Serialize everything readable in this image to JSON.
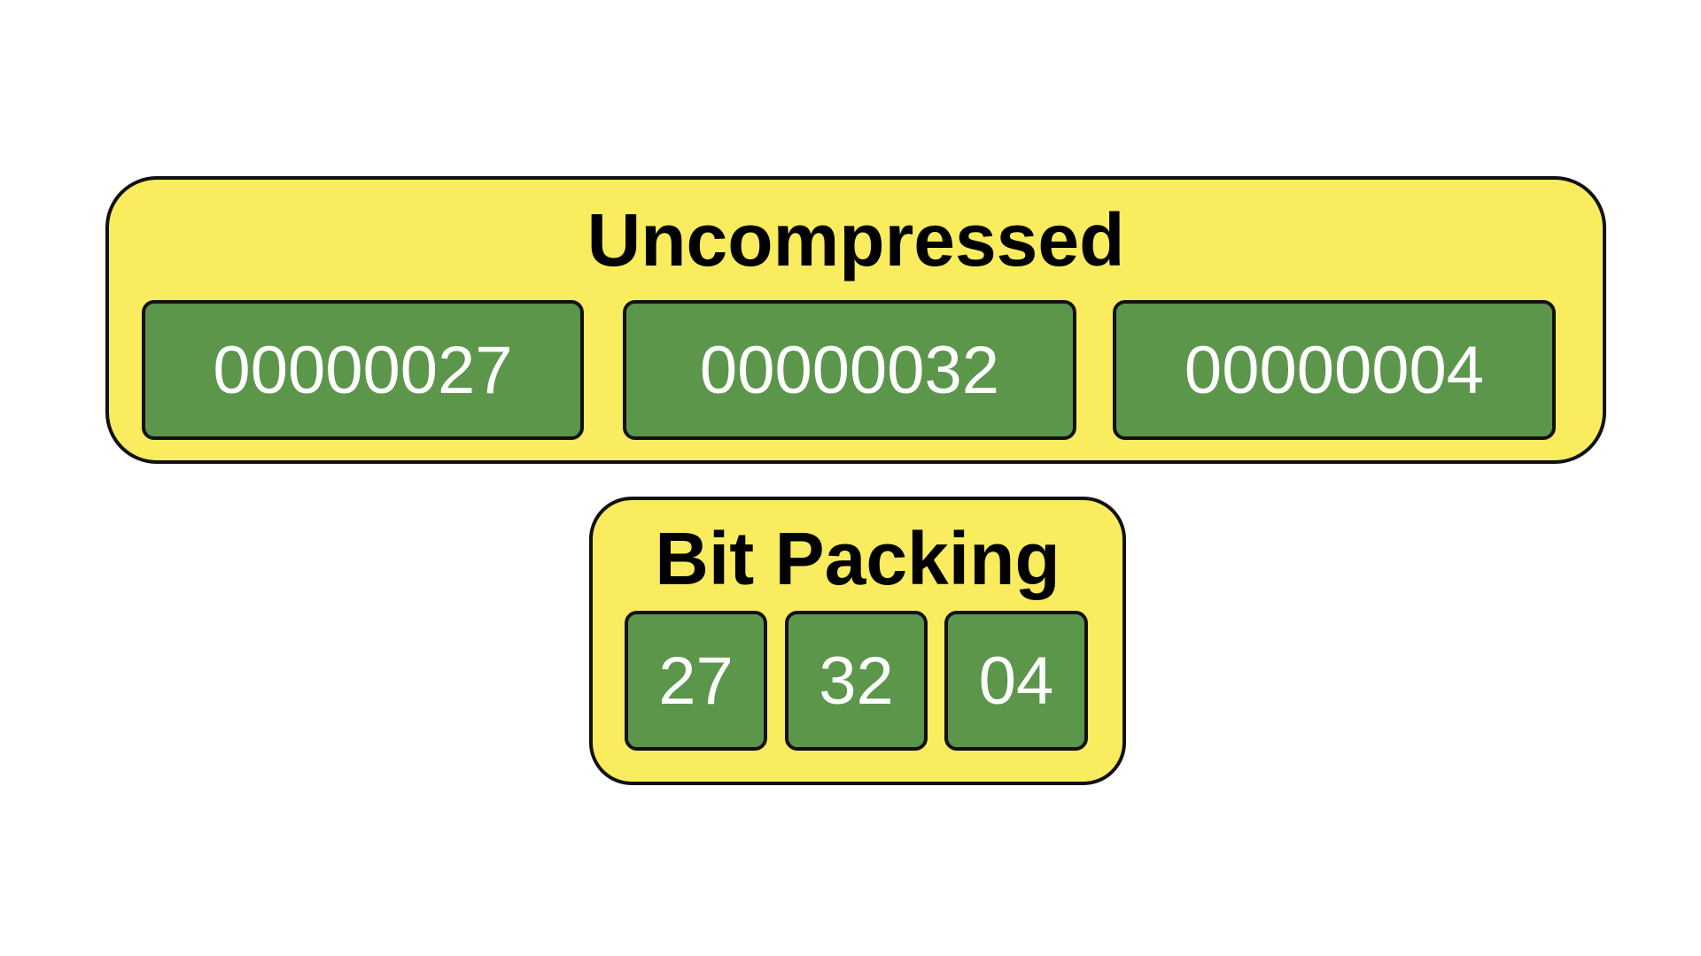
{
  "uncompressed": {
    "title": "Uncompressed",
    "values": [
      "00000027",
      "00000032",
      "00000004"
    ]
  },
  "bit_packing": {
    "title": "Bit Packing",
    "values": [
      "27",
      "32",
      "04"
    ]
  },
  "colors": {
    "group_fill": "#f9ec5e",
    "cell_fill": "#5b964b",
    "border": "#111111",
    "cell_text": "#ffffff",
    "title_text": "#000000"
  }
}
